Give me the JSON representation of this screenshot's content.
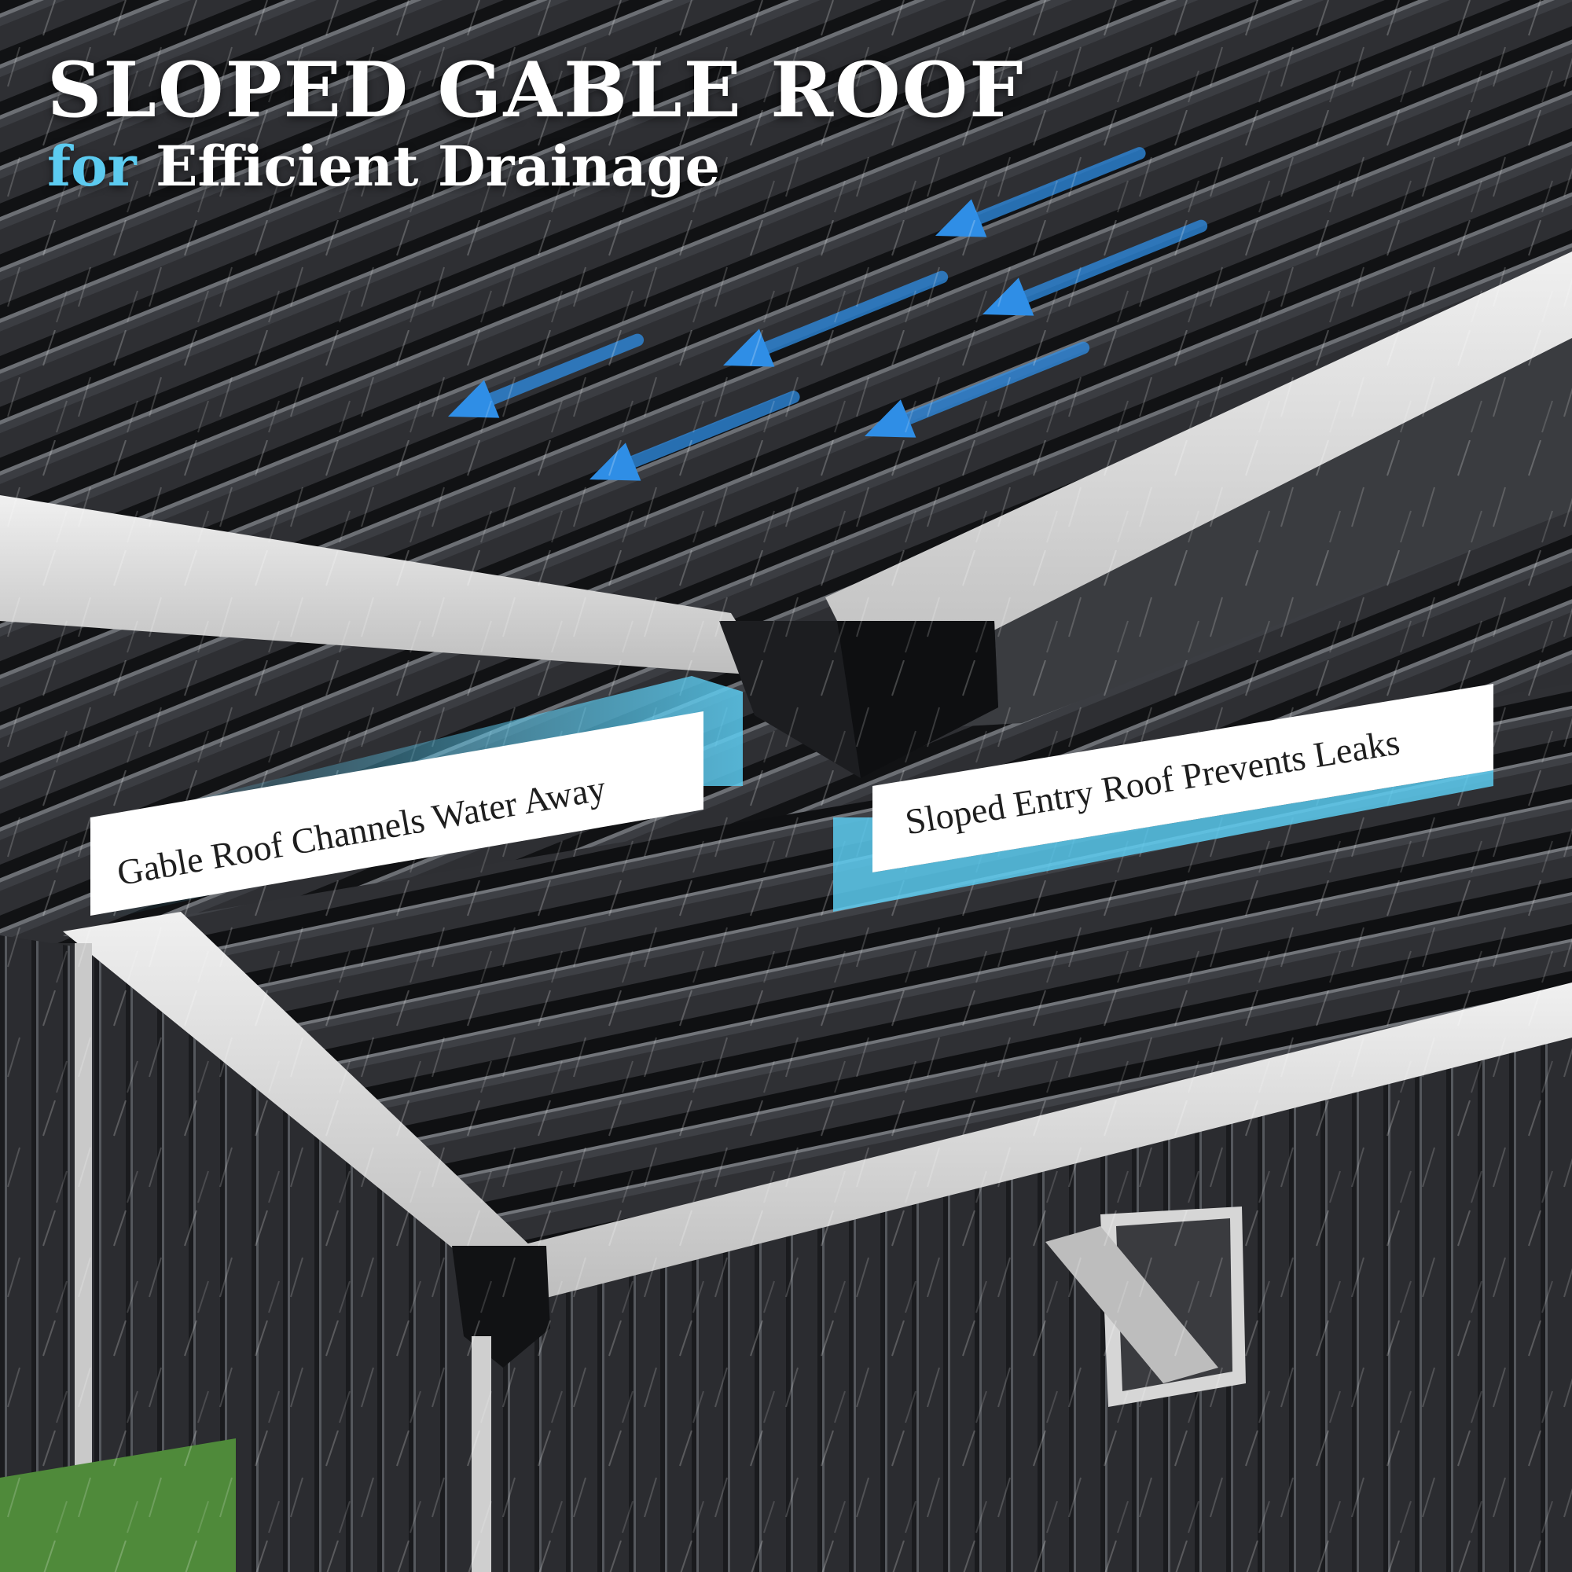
{
  "headline": {
    "title": "SLOPED GABLE ROOF",
    "subtitle_accent": "for",
    "subtitle_rest": "Efficient Drainage"
  },
  "callouts": {
    "left": "Gable Roof Channels Water Away",
    "right": "Sloped Entry Roof Prevents Leaks"
  },
  "colors": {
    "accent": "#5ccbf0",
    "arrow_blue": "#2f8ee6",
    "roof_dark": "#2a2b2e",
    "trim_white": "#dcdcdc"
  },
  "icons": [
    "water-flow-arrow-icon",
    "roof-ridge-cap-icon"
  ]
}
